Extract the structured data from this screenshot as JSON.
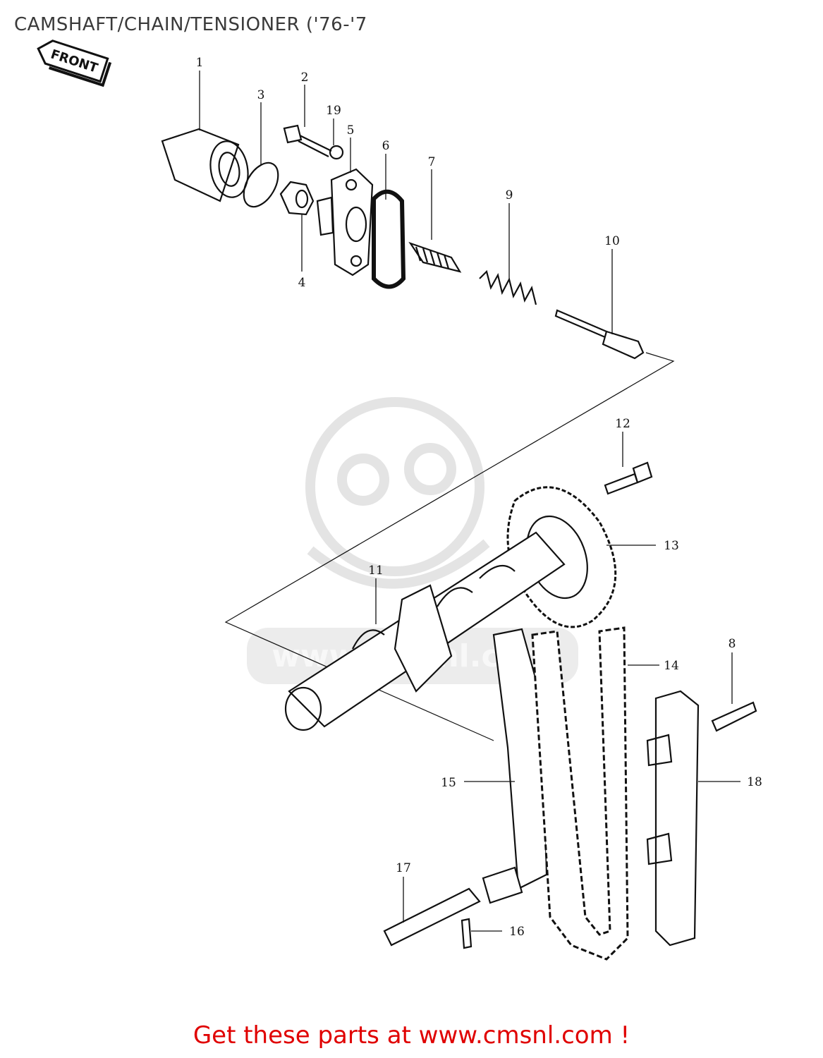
{
  "header": {
    "title": "CAMSHAFT/CHAIN/TENSIONER ('76-'7"
  },
  "front_arrow": {
    "label": "FRONT"
  },
  "watermark": {
    "text": "www.cmsnl.com"
  },
  "callouts": [
    {
      "id": "1",
      "label": "1"
    },
    {
      "id": "2",
      "label": "2"
    },
    {
      "id": "3",
      "label": "3"
    },
    {
      "id": "4",
      "label": "4"
    },
    {
      "id": "5",
      "label": "5"
    },
    {
      "id": "6",
      "label": "6"
    },
    {
      "id": "7",
      "label": "7"
    },
    {
      "id": "8",
      "label": "8"
    },
    {
      "id": "9",
      "label": "9"
    },
    {
      "id": "10",
      "label": "10"
    },
    {
      "id": "11",
      "label": "11"
    },
    {
      "id": "12",
      "label": "12"
    },
    {
      "id": "13",
      "label": "13"
    },
    {
      "id": "14",
      "label": "14"
    },
    {
      "id": "15",
      "label": "15"
    },
    {
      "id": "16",
      "label": "16"
    },
    {
      "id": "17",
      "label": "17"
    },
    {
      "id": "18",
      "label": "18"
    },
    {
      "id": "19",
      "label": "19"
    }
  ],
  "footer": {
    "promo": "Get these parts at www.cmsnl.com !"
  },
  "colors": {
    "promo": "#e00000",
    "ink": "#111111",
    "watermark": "#e6e6e6"
  }
}
